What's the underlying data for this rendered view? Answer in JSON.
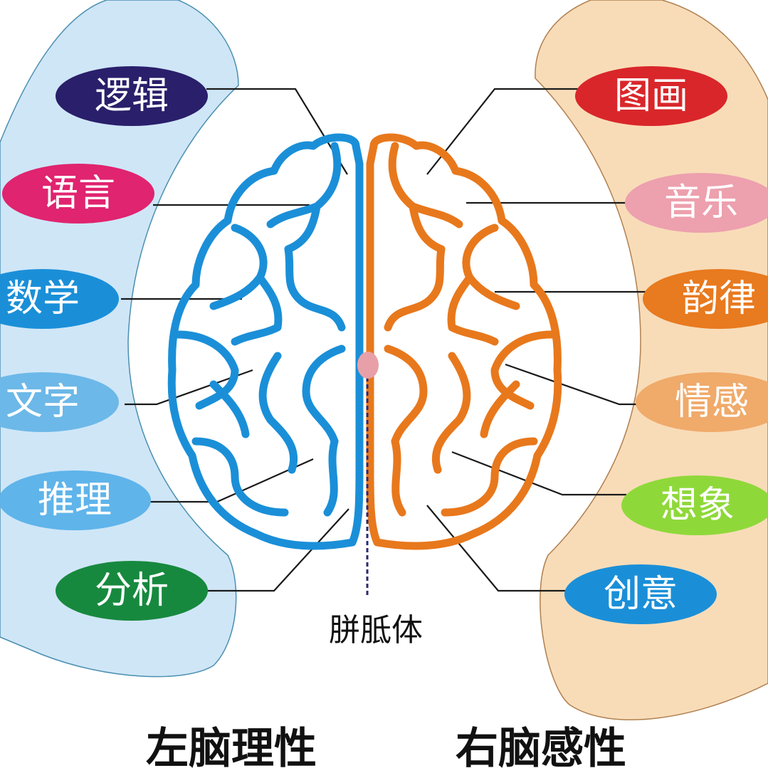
{
  "colors": {
    "left_region": "#cfe6f7",
    "right_region": "#f8dcb8",
    "left_brain": "#1a8fd8",
    "right_brain": "#e8781c",
    "corpus_callosum": "#e8a0a8"
  },
  "left_labels": [
    {
      "text": "逻辑",
      "color": "#2a1f6b"
    },
    {
      "text": "语言",
      "color": "#e0246f"
    },
    {
      "text": "数学",
      "color": "#1a8fd8"
    },
    {
      "text": "文字",
      "color": "#6cb8e8"
    },
    {
      "text": "推理",
      "color": "#5fb4ea"
    },
    {
      "text": "分析",
      "color": "#17893e"
    }
  ],
  "right_labels": [
    {
      "text": "图画",
      "color": "#d9262a"
    },
    {
      "text": "音乐",
      "color": "#eda0ae"
    },
    {
      "text": "韵律",
      "color": "#e87a1f"
    },
    {
      "text": "情感",
      "color": "#f0aa6a"
    },
    {
      "text": "想象",
      "color": "#8fd83a"
    },
    {
      "text": "创意",
      "color": "#1a8fd8"
    }
  ],
  "corpus_callosum_label": "胼胝体",
  "footer": {
    "left": "左脑理性",
    "right": "右脑感性"
  }
}
